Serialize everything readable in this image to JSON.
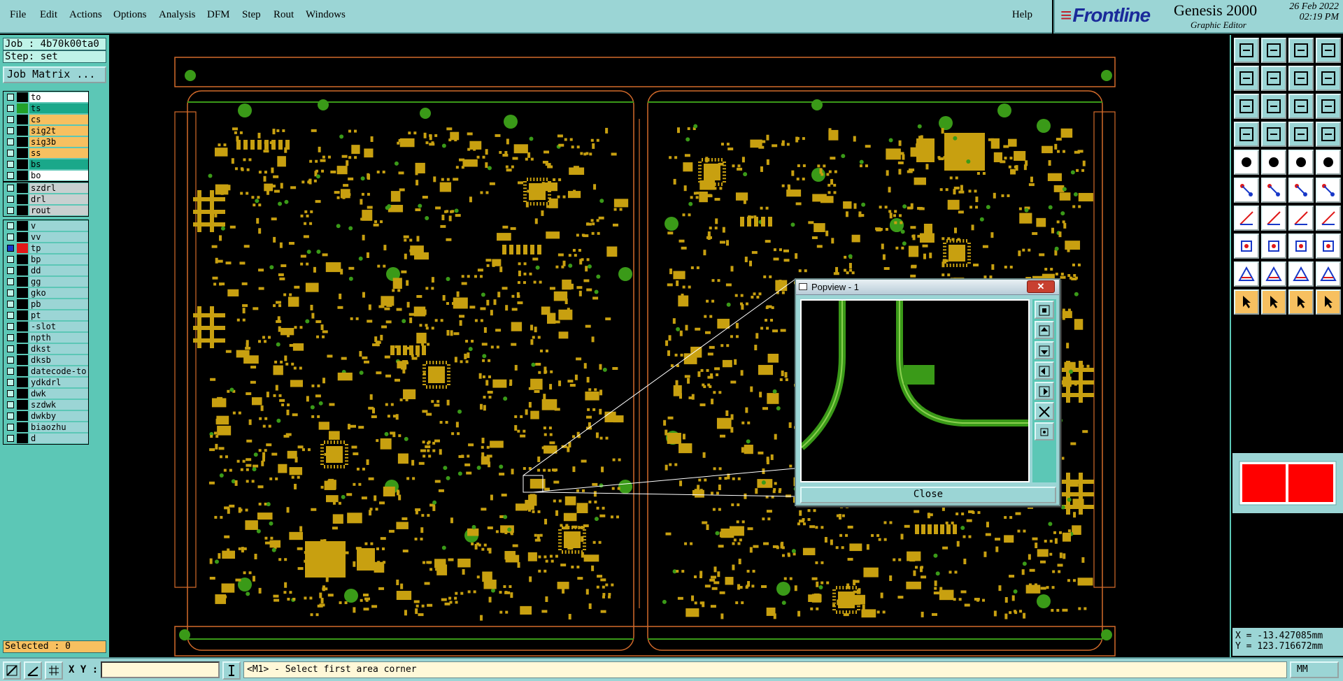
{
  "menu": {
    "items": [
      "File",
      "Edit",
      "Actions",
      "Options",
      "Analysis",
      "DFM",
      "Step",
      "Rout",
      "Windows"
    ],
    "help": "Help"
  },
  "brand": {
    "logo": "Frontline",
    "product": "Genesis 2000",
    "subtitle": "Graphic Editor",
    "date": "26 Feb 2022",
    "time": "02:19 PM"
  },
  "job": {
    "job_line": "Job : 4b70k00ta0",
    "step_line": "Step: set",
    "matrix_button": "Job Matrix ..."
  },
  "layers": {
    "group1": [
      {
        "name": "to",
        "style": "white",
        "swatch": "#000000"
      },
      {
        "name": "ts",
        "style": "teal",
        "swatch": "#22a02a"
      },
      {
        "name": "cs",
        "style": "orange",
        "swatch": "#000000"
      },
      {
        "name": "sig2t",
        "style": "orange",
        "swatch": "#000000"
      },
      {
        "name": "sig3b",
        "style": "orange",
        "swatch": "#000000"
      },
      {
        "name": "ss",
        "style": "orange",
        "swatch": "#000000"
      },
      {
        "name": "bs",
        "style": "teal",
        "swatch": "#000000"
      },
      {
        "name": "bo",
        "style": "white",
        "swatch": "#000000"
      }
    ],
    "group2": [
      {
        "name": "szdrl",
        "style": "grey",
        "swatch": "#000000"
      },
      {
        "name": "drl",
        "style": "grey",
        "swatch": "#000000"
      },
      {
        "name": "rout",
        "style": "grey",
        "swatch": "#000000"
      }
    ],
    "group3": [
      {
        "name": "v",
        "style": "cyan",
        "swatch": "#000000"
      },
      {
        "name": "vv",
        "style": "cyan",
        "swatch": "#000000"
      },
      {
        "name": "tp",
        "style": "cyan",
        "swatch": "#e01818",
        "checked": true
      },
      {
        "name": "bp",
        "style": "cyan",
        "swatch": "#000000"
      },
      {
        "name": "dd",
        "style": "cyan",
        "swatch": "#000000"
      },
      {
        "name": "gg",
        "style": "cyan",
        "swatch": "#000000"
      },
      {
        "name": "gko",
        "style": "cyan",
        "swatch": "#000000"
      },
      {
        "name": "pb",
        "style": "cyan",
        "swatch": "#000000"
      },
      {
        "name": "pt",
        "style": "cyan",
        "swatch": "#000000"
      },
      {
        "name": "-slot",
        "style": "cyan",
        "swatch": "#000000"
      },
      {
        "name": "npth",
        "style": "cyan",
        "swatch": "#000000"
      },
      {
        "name": "dkst",
        "style": "cyan",
        "swatch": "#000000"
      },
      {
        "name": "dksb",
        "style": "cyan",
        "swatch": "#000000"
      },
      {
        "name": "datecode-to",
        "style": "cyan",
        "swatch": "#000000"
      },
      {
        "name": "ydkdrl",
        "style": "cyan",
        "swatch": "#000000"
      },
      {
        "name": "dwk",
        "style": "cyan",
        "swatch": "#000000"
      },
      {
        "name": "szdwk",
        "style": "cyan",
        "swatch": "#000000"
      },
      {
        "name": "dwkby",
        "style": "cyan",
        "swatch": "#000000"
      },
      {
        "name": "biaozhu",
        "style": "cyan",
        "swatch": "#000000"
      },
      {
        "name": "d",
        "style": "cyan",
        "swatch": "#000000"
      }
    ]
  },
  "status": {
    "selected": "Selected : 0"
  },
  "popview": {
    "title": "Popview - 1",
    "close_label": "Close"
  },
  "coords": {
    "x": "X = -13.427085mm",
    "y": "Y = 123.716672mm"
  },
  "bottom": {
    "xy_label": "X Y :",
    "xy_value": "",
    "prompt": "<M1> - Select first area corner",
    "units": "MM"
  },
  "colors": {
    "panel": "#9bd5d5",
    "pad": "#c8a010",
    "copper_green": "#3a9a18",
    "outline": "#d26a2a",
    "highlight": "#e01818"
  }
}
